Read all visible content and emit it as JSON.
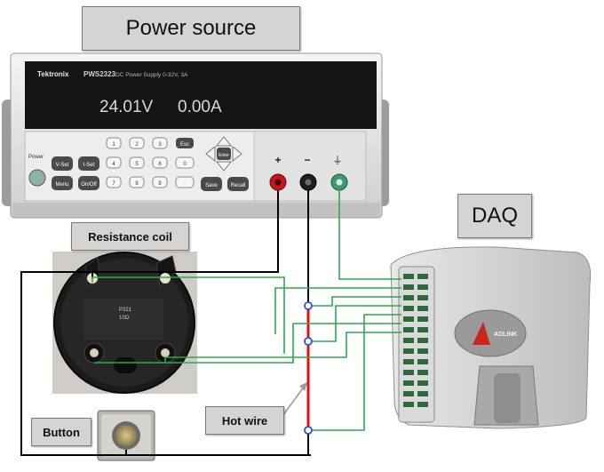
{
  "labels": {
    "power_source": "Power source",
    "daq": "DAQ",
    "resistance_coil": "Resistance coil",
    "button": "Button",
    "hot_wire": "Hot wire"
  },
  "power_supply": {
    "brand": "Tektronix",
    "model": "PWS2323",
    "model_desc": "DC Power Supply 0-32V, 3A",
    "voltage_reading": "24.01V",
    "current_reading": "0.00A",
    "keys_row1": [
      "1",
      "2",
      "3",
      "Esc"
    ],
    "keys_row2": [
      "4",
      "5",
      "6",
      "0"
    ],
    "keys_row3": [
      "7",
      "8",
      "9",
      "."
    ],
    "vset": "V-Set",
    "iset": "I-Set",
    "menu": "Menu",
    "onoff": "On/Off",
    "save": "Save",
    "recall": "Recall",
    "enter": "Enter",
    "power": "Power",
    "terminals": [
      "+",
      "−",
      "⏚"
    ]
  },
  "coil": {
    "part": "P321",
    "value": "10Ω"
  },
  "daq_device": {
    "brand": "ADLINK"
  },
  "colors": {
    "wire_black": "#000000",
    "wire_red": "#e01010",
    "wire_green": "#2fa84f",
    "node_blue": "#2a4fd8"
  }
}
